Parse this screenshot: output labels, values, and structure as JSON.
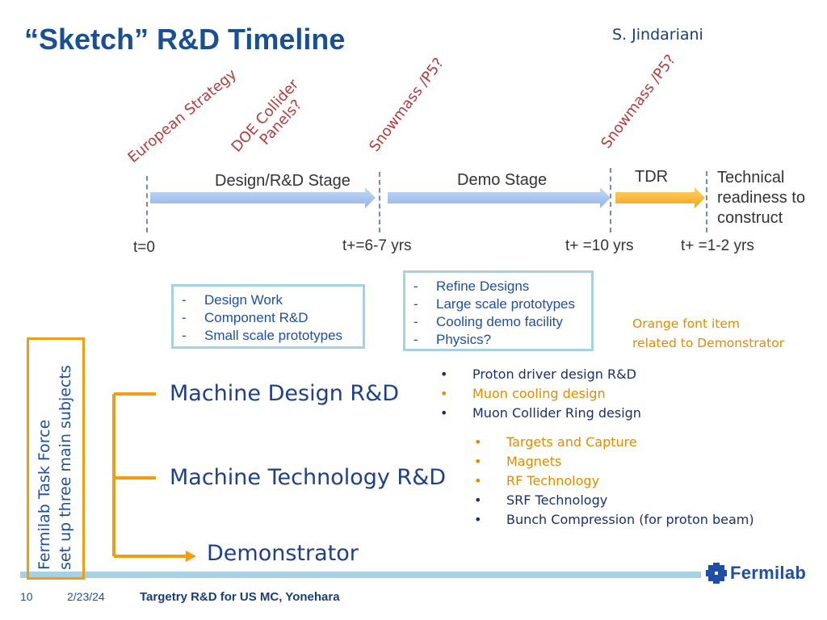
{
  "header": {
    "title": "“Sketch” R&D Timeline",
    "author": "S. Jindariani"
  },
  "milestones": [
    {
      "line1": "European Strategy",
      "line2": ""
    },
    {
      "line1": "DOE Collider",
      "line2": "Panels?"
    },
    {
      "line1": "Snowmass /P5?",
      "line2": ""
    },
    {
      "line1": "Snowmass /P5?",
      "line2": ""
    }
  ],
  "stages": [
    {
      "label": "Design/R&D Stage"
    },
    {
      "label": "Demo Stage"
    },
    {
      "label": "TDR"
    }
  ],
  "readiness": {
    "line1": "Technical",
    "line2": "readiness to",
    "line3": "construct"
  },
  "time_labels": {
    "t0": "t=0",
    "t1": "t+=6-7 yrs",
    "t2": "t+ =10 yrs",
    "t3": "t+ =1-2 yrs"
  },
  "box_design": {
    "dash": "-",
    "items": [
      "Design Work",
      "Component R&D",
      "Small scale prototypes"
    ]
  },
  "box_demo": {
    "dash": "-",
    "items": [
      "Refine Designs",
      "Large scale prototypes",
      "Cooling demo facility",
      "Physics?"
    ]
  },
  "note": {
    "line1": "Orange font item",
    "line2": "related to Demonstrator"
  },
  "taskforce": {
    "line1": "Fermilab Task Force",
    "line2": "set up three main subjects"
  },
  "subjects": {
    "design": "Machine Design R&D",
    "technology": "Machine Technology R&D",
    "demonstrator": "Demonstrator"
  },
  "bullet_symbol": "•",
  "design_list": [
    {
      "text": "Proton driver design R&D",
      "color": "navy"
    },
    {
      "text": "Muon cooling design",
      "color": "orange"
    },
    {
      "text": "Muon Collider Ring design",
      "color": "navy"
    }
  ],
  "tech_list": [
    {
      "text": "Targets and Capture",
      "color": "orange"
    },
    {
      "text": "Magnets",
      "color": "orange"
    },
    {
      "text": "RF Technology",
      "color": "orange"
    },
    {
      "text": "SRF Technology",
      "color": "navy"
    },
    {
      "text": "Bunch Compression (for proton beam)",
      "color": "navy"
    }
  ],
  "footer": {
    "page": "10",
    "date": "2/23/24",
    "talk": "Targetry R&D for US MC, Yonehara",
    "logo": "Fermilab"
  },
  "colors": {
    "accent_orange": "#f39c12",
    "title_blue": "#1a4f96",
    "arrow_blue": "#a9c3ee",
    "bar_blue": "#a6d0e4"
  }
}
